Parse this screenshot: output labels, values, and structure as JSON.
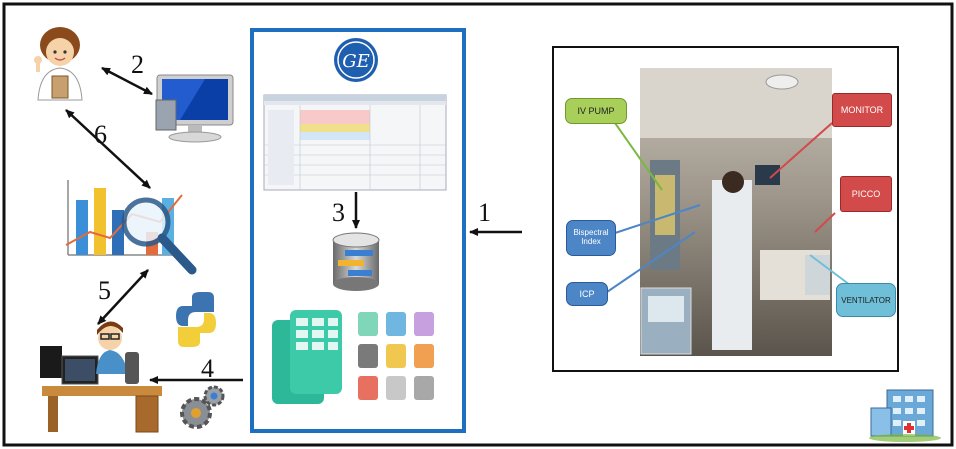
{
  "steps": {
    "s1": "1",
    "s2": "2",
    "s3": "3",
    "s4": "4",
    "s5": "5",
    "s6": "6"
  },
  "logo_text": "GE",
  "icu_labels": {
    "iv_pump": "IV PUMP",
    "monitor": "MONITOR",
    "picco": "PICCO",
    "bispectral": "Bispectral Index",
    "icp": "ICP",
    "ventilator": "VENTILATOR"
  },
  "icons": [
    "doctor-icon",
    "computer-monitor-icon",
    "analytics-chart-icon",
    "python-logo-icon",
    "developer-at-desk-icon",
    "gears-icon",
    "database-icon",
    "data-tables-icon",
    "hospital-building-icon",
    "ge-logo-icon",
    "screen-capture-icon"
  ],
  "colors": {
    "center_border": "#1f6fc0",
    "iv_pump": "#a8cf5a",
    "monitor": "#d24a4a",
    "picco": "#d24a4a",
    "blue_label": "#4d86c6",
    "ventilator": "#6fbfd8"
  }
}
